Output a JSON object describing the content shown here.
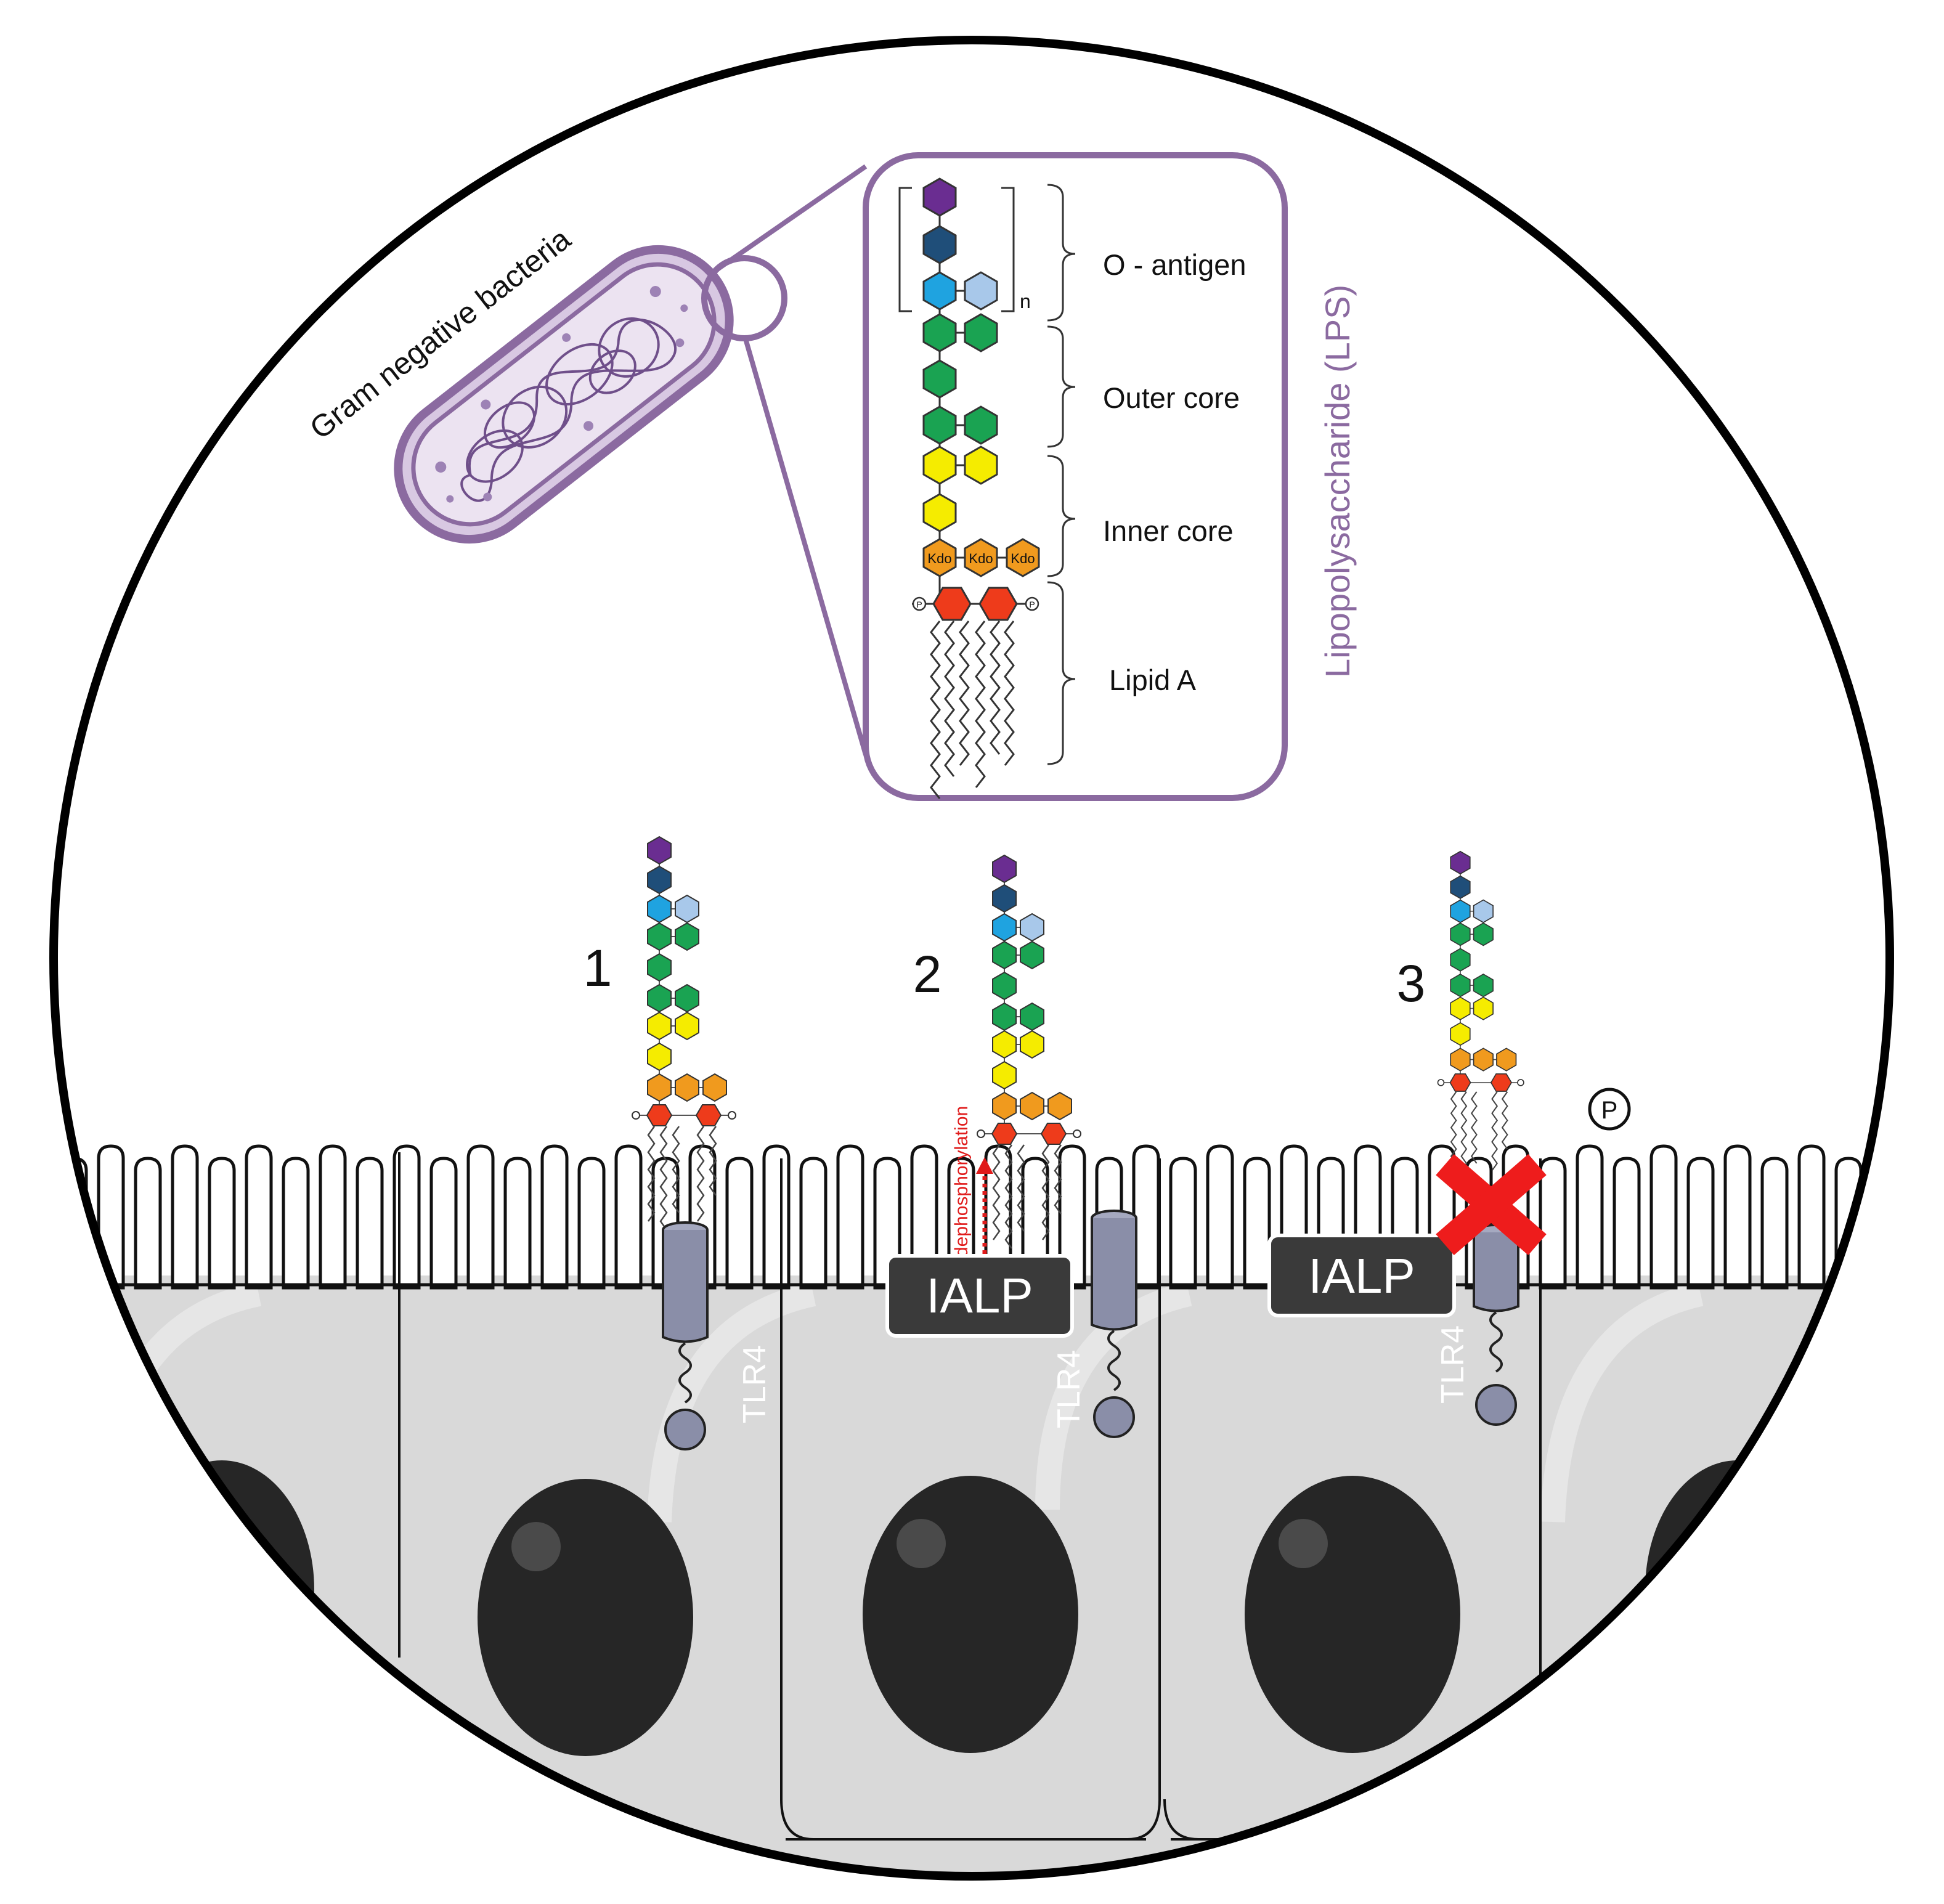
{
  "bacterium": {
    "label": "Gram negative bacteria"
  },
  "lps_panel": {
    "title": "Lipopolysaccharide (LPS)",
    "repeat_subscript": "n",
    "regions": [
      {
        "label": "O - antigen"
      },
      {
        "label": "Outer core"
      },
      {
        "label": "Inner core"
      },
      {
        "label": "Lipid A"
      }
    ],
    "kdo_label": "Kdo",
    "phosphate_label": "P"
  },
  "scenarios": [
    {
      "number": "1",
      "receptor_label": "TLR4"
    },
    {
      "number": "2",
      "receptor_label": "TLR4",
      "enzyme_label": "IALP",
      "action_label": "dephosphorylation"
    },
    {
      "number": "3",
      "receptor_label": "TLR4",
      "enzyme_label": "IALP"
    }
  ],
  "free_phosphate_label": "P",
  "colors": {
    "sugar_purple": "#6a2d91",
    "sugar_navy": "#1f4e79",
    "sugar_blue": "#1fa3e0",
    "sugar_lightblue": "#a8c8ea",
    "sugar_green": "#1aa352",
    "sugar_yellow": "#f5ec00",
    "kdo_orange": "#f09a1e",
    "lipid_red": "#ee3b1b",
    "bacteria_purple": "#8b6aa0",
    "cell_gray": "#d9d9d9",
    "nucleus": "#262626",
    "tlr4": "#8a8ea8",
    "ialp_box": "#3a3a3a",
    "block_cross": "#ee1c1c",
    "dephos_arrow": "#e01b1b"
  }
}
